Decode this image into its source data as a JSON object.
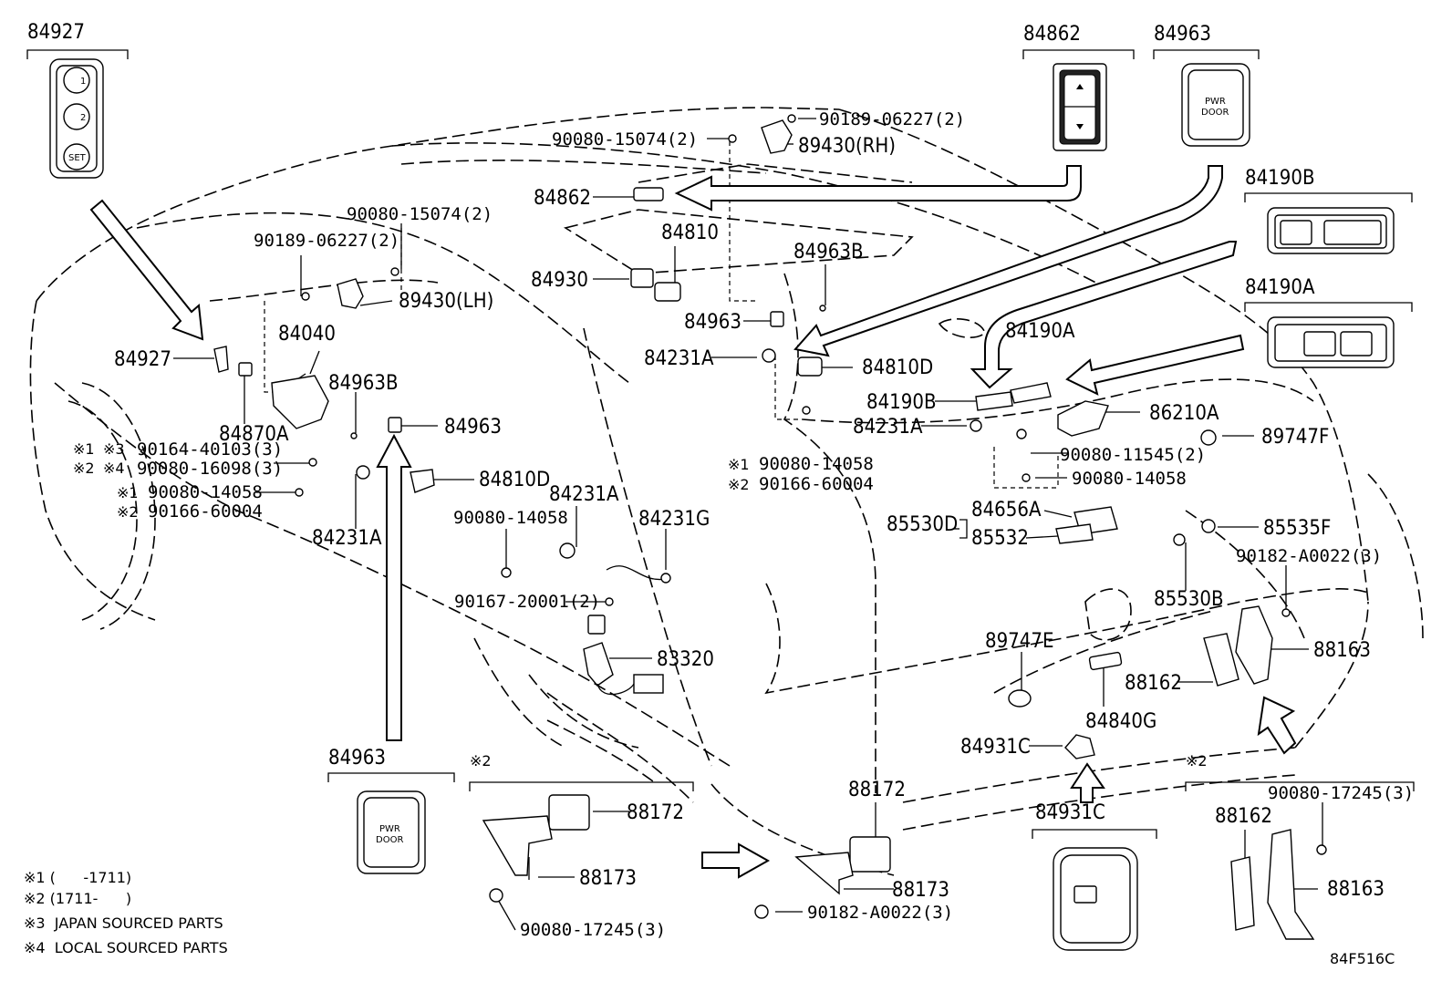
{
  "labels": {
    "l84927_top": "84927",
    "l84862_top": "84862",
    "l84963_top": "84963",
    "l84190B_top": "84190B",
    "l84190A_top": "84190A",
    "l90189_rh": "90189-06227(2)",
    "l90080_15074_a": "90080-15074(2)",
    "l89430_rh": "89430(RH)",
    "l84862_mid": "84862",
    "l84810": "84810",
    "l90080_15074_b": "90080-15074(2)",
    "l90189_lh": "90189-06227(2)",
    "l84963B_a": "84963B",
    "l84930": "84930",
    "l89430_lh": "89430(LH)",
    "l84963_mid": "84963",
    "l84040": "84040",
    "l84231A_a": "84231A",
    "l84810D_a": "84810D",
    "l84190A_mid": "84190A",
    "l84927_mid": "84927",
    "l84963B_b": "84963B",
    "l84190B_mid": "84190B",
    "l84231A_b": "84231A",
    "l86210A": "86210A",
    "l84870A": "84870A",
    "l84963_b": "84963",
    "l89747F": "89747F",
    "l90080_11545": "90080-11545(2)",
    "l90164": "90164-40103(3)",
    "l90080_16098": "90080-16098(3)",
    "l90080_14058_a": "90080-14058",
    "l90166_a": "90166-60004",
    "l84810D_b": "84810D",
    "l90080_14058_b": "90080-14058",
    "l90166_b": "90166-60004",
    "l90080_14058_c": "90080-14058",
    "l90080_14058_d": "90080-14058",
    "l84231A_c": "84231A",
    "l84231G": "84231G",
    "l84231A_d": "84231A",
    "l85530D": "85530D",
    "l84656A": "84656A",
    "l85532": "85532",
    "l85535F": "85535F",
    "l90182_a": "90182-A0022(3)",
    "l90167": "90167-20001(2)",
    "l85530B": "85530B",
    "l83320": "83320",
    "l89747E": "89747E",
    "l88163_a": "88163",
    "l88162_a": "88162",
    "l84840G": "84840G",
    "l84931C_a": "84931C",
    "l84963_bottom": "84963",
    "l88172_a": "88172",
    "l84931C_b": "84931C",
    "l88172_b": "88172",
    "l88173_a": "88173",
    "l88173_b": "88173",
    "l90080_17245_a": "90080-17245(3)",
    "l90182_b": "90182-A0022(3)",
    "l90080_17245_b": "90080-17245(3)",
    "l88162_b": "88162",
    "l88163_b": "88163",
    "note2_mid": "※2",
    "note2_right": "※2",
    "m1": "※1",
    "m3": "※3",
    "m2": "※2",
    "m4": "※4",
    "m1b": "※1",
    "m2b": "※2",
    "m1c": "※1",
    "m2c": "※2"
  },
  "switch_text": {
    "k1": "1",
    "k2": "2",
    "set": "SET",
    "pwr": "PWR",
    "door": "DOOR",
    "pwr2": "PWR",
    "door2": "DOOR"
  },
  "legend": [
    "※1 (      -1711)",
    "※2 (1711-      )",
    "※3  JAPAN SOURCED PARTS",
    "※4  LOCAL SOURCED PARTS"
  ],
  "figure_code": "84F516C"
}
